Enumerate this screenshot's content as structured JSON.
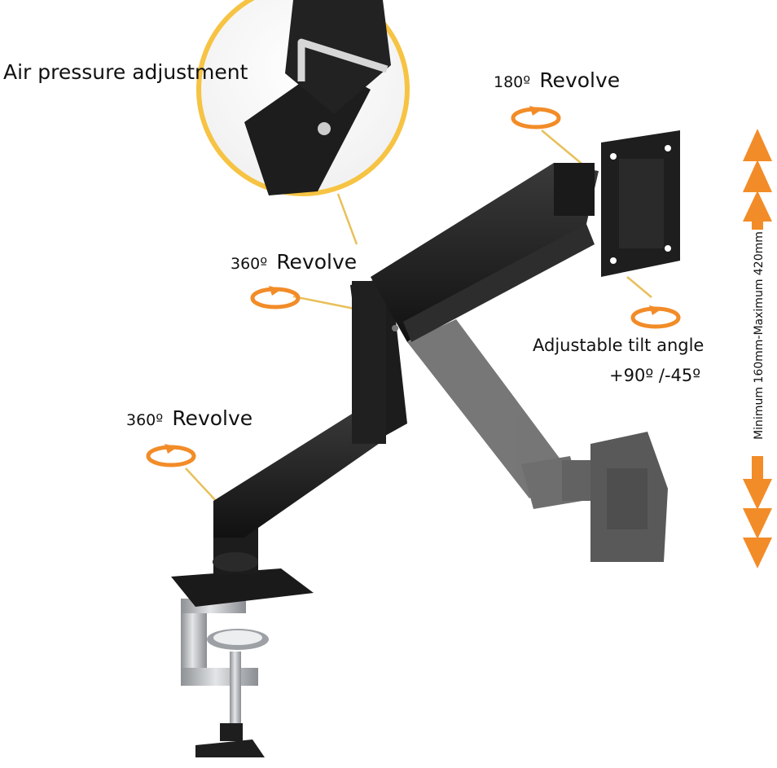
{
  "labels": {
    "air_pressure": "Air pressure adjustment",
    "revolve_top": {
      "degrees": "180º",
      "word": "Revolve"
    },
    "revolve_mid": {
      "degrees": "360º",
      "word": "Revolve"
    },
    "revolve_low": {
      "degrees": "360º",
      "word": "Revolve"
    },
    "tilt_title": "Adjustable tilt angle",
    "tilt_range": "+90º /-45º",
    "height_range": "Minimum 160mm-Maximum 420mm"
  },
  "colors": {
    "arm": "#1c1c1c",
    "arm_shadow": "#5a5a5a",
    "accent": "#f28c28",
    "callout_ring": "#f6c343",
    "leader": "#e8c05a",
    "clamp_metal": "#b9bcbf"
  },
  "icons": [
    "rotate-arrow-icon",
    "height-arrow-icon",
    "hex-key-icon"
  ]
}
